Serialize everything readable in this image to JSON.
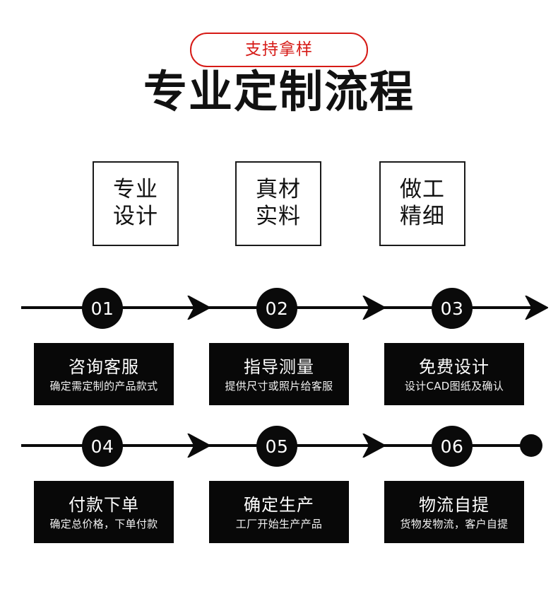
{
  "badge": {
    "label": "支持拿样",
    "color": "#d61a16"
  },
  "title": "专业定制流程",
  "features": [
    {
      "line1": "专业",
      "line2": "设计"
    },
    {
      "line1": "真材",
      "line2": "实料"
    },
    {
      "line1": "做工",
      "line2": "精细"
    }
  ],
  "timeline": {
    "rows": [
      {
        "markers": [
          "01",
          "02",
          "03"
        ],
        "end_marker": "arrow-right-icon"
      },
      {
        "markers": [
          "04",
          "05",
          "06"
        ],
        "end_marker": "end-dot-icon"
      }
    ]
  },
  "steps": [
    {
      "number": "01",
      "title": "咨询客服",
      "sub": "确定需定制的产品款式"
    },
    {
      "number": "02",
      "title": "指导测量",
      "sub": "提供尺寸或照片给客服"
    },
    {
      "number": "03",
      "title": "免费设计",
      "sub": "设计CAD图纸及确认"
    },
    {
      "number": "04",
      "title": "付款下单",
      "sub": "确定总价格，下单付款"
    },
    {
      "number": "05",
      "title": "确定生产",
      "sub": "工厂开始生产产品"
    },
    {
      "number": "06",
      "title": "物流自提",
      "sub": "货物发物流，客户自提"
    }
  ],
  "colors": {
    "accent_red": "#d61a16",
    "dark": "#080808",
    "background": "#ffffff"
  }
}
